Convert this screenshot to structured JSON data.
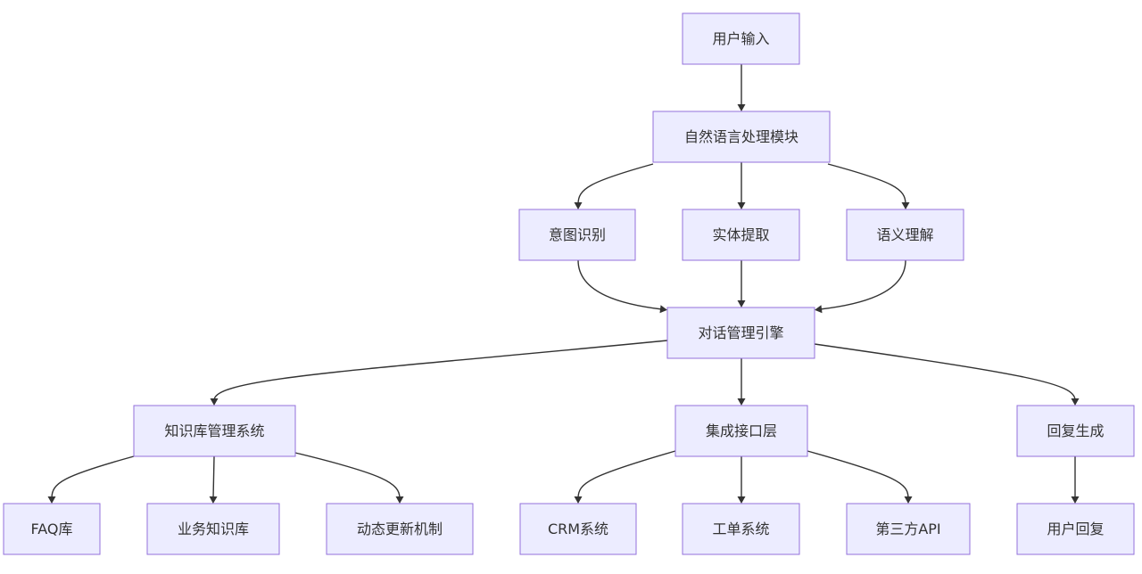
{
  "diagram": {
    "type": "flowchart",
    "nodes": [
      {
        "id": "input",
        "label": "用户输入"
      },
      {
        "id": "nlp",
        "label": "自然语言处理模块"
      },
      {
        "id": "intent",
        "label": "意图识别"
      },
      {
        "id": "entity",
        "label": "实体提取"
      },
      {
        "id": "semantic",
        "label": "语义理解"
      },
      {
        "id": "dialog",
        "label": "对话管理引擎"
      },
      {
        "id": "kb",
        "label": "知识库管理系统"
      },
      {
        "id": "integration",
        "label": "集成接口层"
      },
      {
        "id": "reply_gen",
        "label": "回复生成"
      },
      {
        "id": "faq",
        "label": "FAQ库"
      },
      {
        "id": "biz_kb",
        "label": "业务知识库"
      },
      {
        "id": "dynamic_update",
        "label": "动态更新机制"
      },
      {
        "id": "crm",
        "label": "CRM系统"
      },
      {
        "id": "ticket",
        "label": "工单系统"
      },
      {
        "id": "api",
        "label": "第三方API"
      },
      {
        "id": "user_reply",
        "label": "用户回复"
      }
    ],
    "edges": [
      {
        "from": "input",
        "to": "nlp"
      },
      {
        "from": "nlp",
        "to": "intent"
      },
      {
        "from": "nlp",
        "to": "entity"
      },
      {
        "from": "nlp",
        "to": "semantic"
      },
      {
        "from": "intent",
        "to": "dialog"
      },
      {
        "from": "entity",
        "to": "dialog"
      },
      {
        "from": "semantic",
        "to": "dialog"
      },
      {
        "from": "dialog",
        "to": "kb"
      },
      {
        "from": "dialog",
        "to": "integration"
      },
      {
        "from": "dialog",
        "to": "reply_gen"
      },
      {
        "from": "kb",
        "to": "faq"
      },
      {
        "from": "kb",
        "to": "biz_kb"
      },
      {
        "from": "kb",
        "to": "dynamic_update"
      },
      {
        "from": "integration",
        "to": "crm"
      },
      {
        "from": "integration",
        "to": "ticket"
      },
      {
        "from": "integration",
        "to": "api"
      },
      {
        "from": "reply_gen",
        "to": "user_reply"
      }
    ],
    "colors": {
      "node_fill": "#ececff",
      "node_stroke": "#9370db",
      "edge": "#333333",
      "text": "#333333"
    }
  }
}
